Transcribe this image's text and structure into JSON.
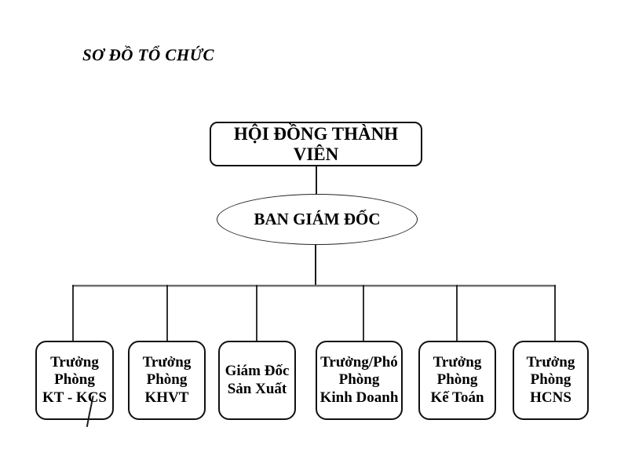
{
  "title": {
    "text": "SƠ ĐỒ TỔ CHỨC"
  },
  "org_chart": {
    "root": {
      "label": "HỘI ĐỒNG THÀNH VIÊN"
    },
    "board": {
      "label": "BAN GIÁM ĐỐC"
    },
    "departments": [
      {
        "label": "Trưởng\nPhòng\nKT - KCS"
      },
      {
        "label": "Trưởng\nPhòng\nKHVT"
      },
      {
        "label": "Giám Đốc\nSản Xuất"
      },
      {
        "label": "Trưởng/Phó\nPhòng\nKinh Doanh"
      },
      {
        "label": "Trưởng\nPhòng\nKế Toán"
      },
      {
        "label": "Trưởng\nPhòng\nHCNS"
      }
    ],
    "colors": {
      "text": "#000000",
      "node_border": "#111111",
      "vertical_line": "#1a1a1a",
      "horizontal_line": "#6e6e6e",
      "background": "#ffffff"
    }
  }
}
